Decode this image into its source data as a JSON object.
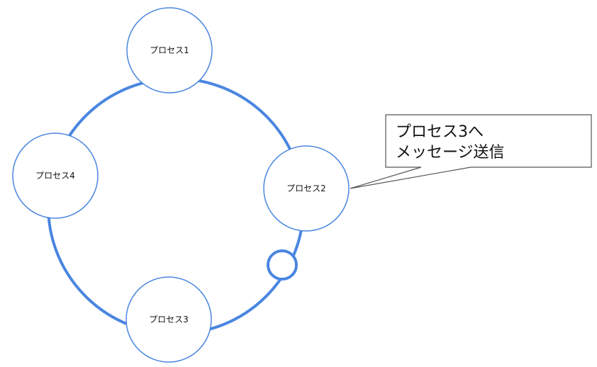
{
  "diagram": {
    "type": "ring",
    "nodes": [
      {
        "id": "p1",
        "label": "プロセス1"
      },
      {
        "id": "p2",
        "label": "プロセス2"
      },
      {
        "id": "p3",
        "label": "プロセス3"
      },
      {
        "id": "p4",
        "label": "プロセス4"
      }
    ],
    "token": {
      "between": [
        "p2",
        "p3"
      ]
    },
    "callout": {
      "attached_to": "p2",
      "lines": [
        "プロセス3へ",
        "メッセージ送信"
      ]
    }
  },
  "colors": {
    "ring": "#4a86e0",
    "node_stroke": "#4a86e0",
    "node_fill": "#ffffff",
    "text": "#111111",
    "callout_stroke": "#555555"
  }
}
